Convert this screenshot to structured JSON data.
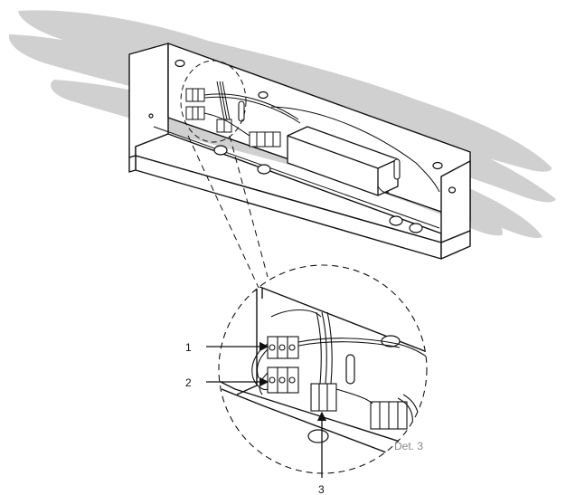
{
  "callouts": [
    {
      "id": "1",
      "label": "1"
    },
    {
      "id": "2",
      "label": "2"
    },
    {
      "id": "3",
      "label": "3"
    }
  ],
  "detail_label": "Det. 3",
  "colors": {
    "line": "#111111",
    "shadow": "#d0d0d0",
    "detail_text": "#888888"
  }
}
